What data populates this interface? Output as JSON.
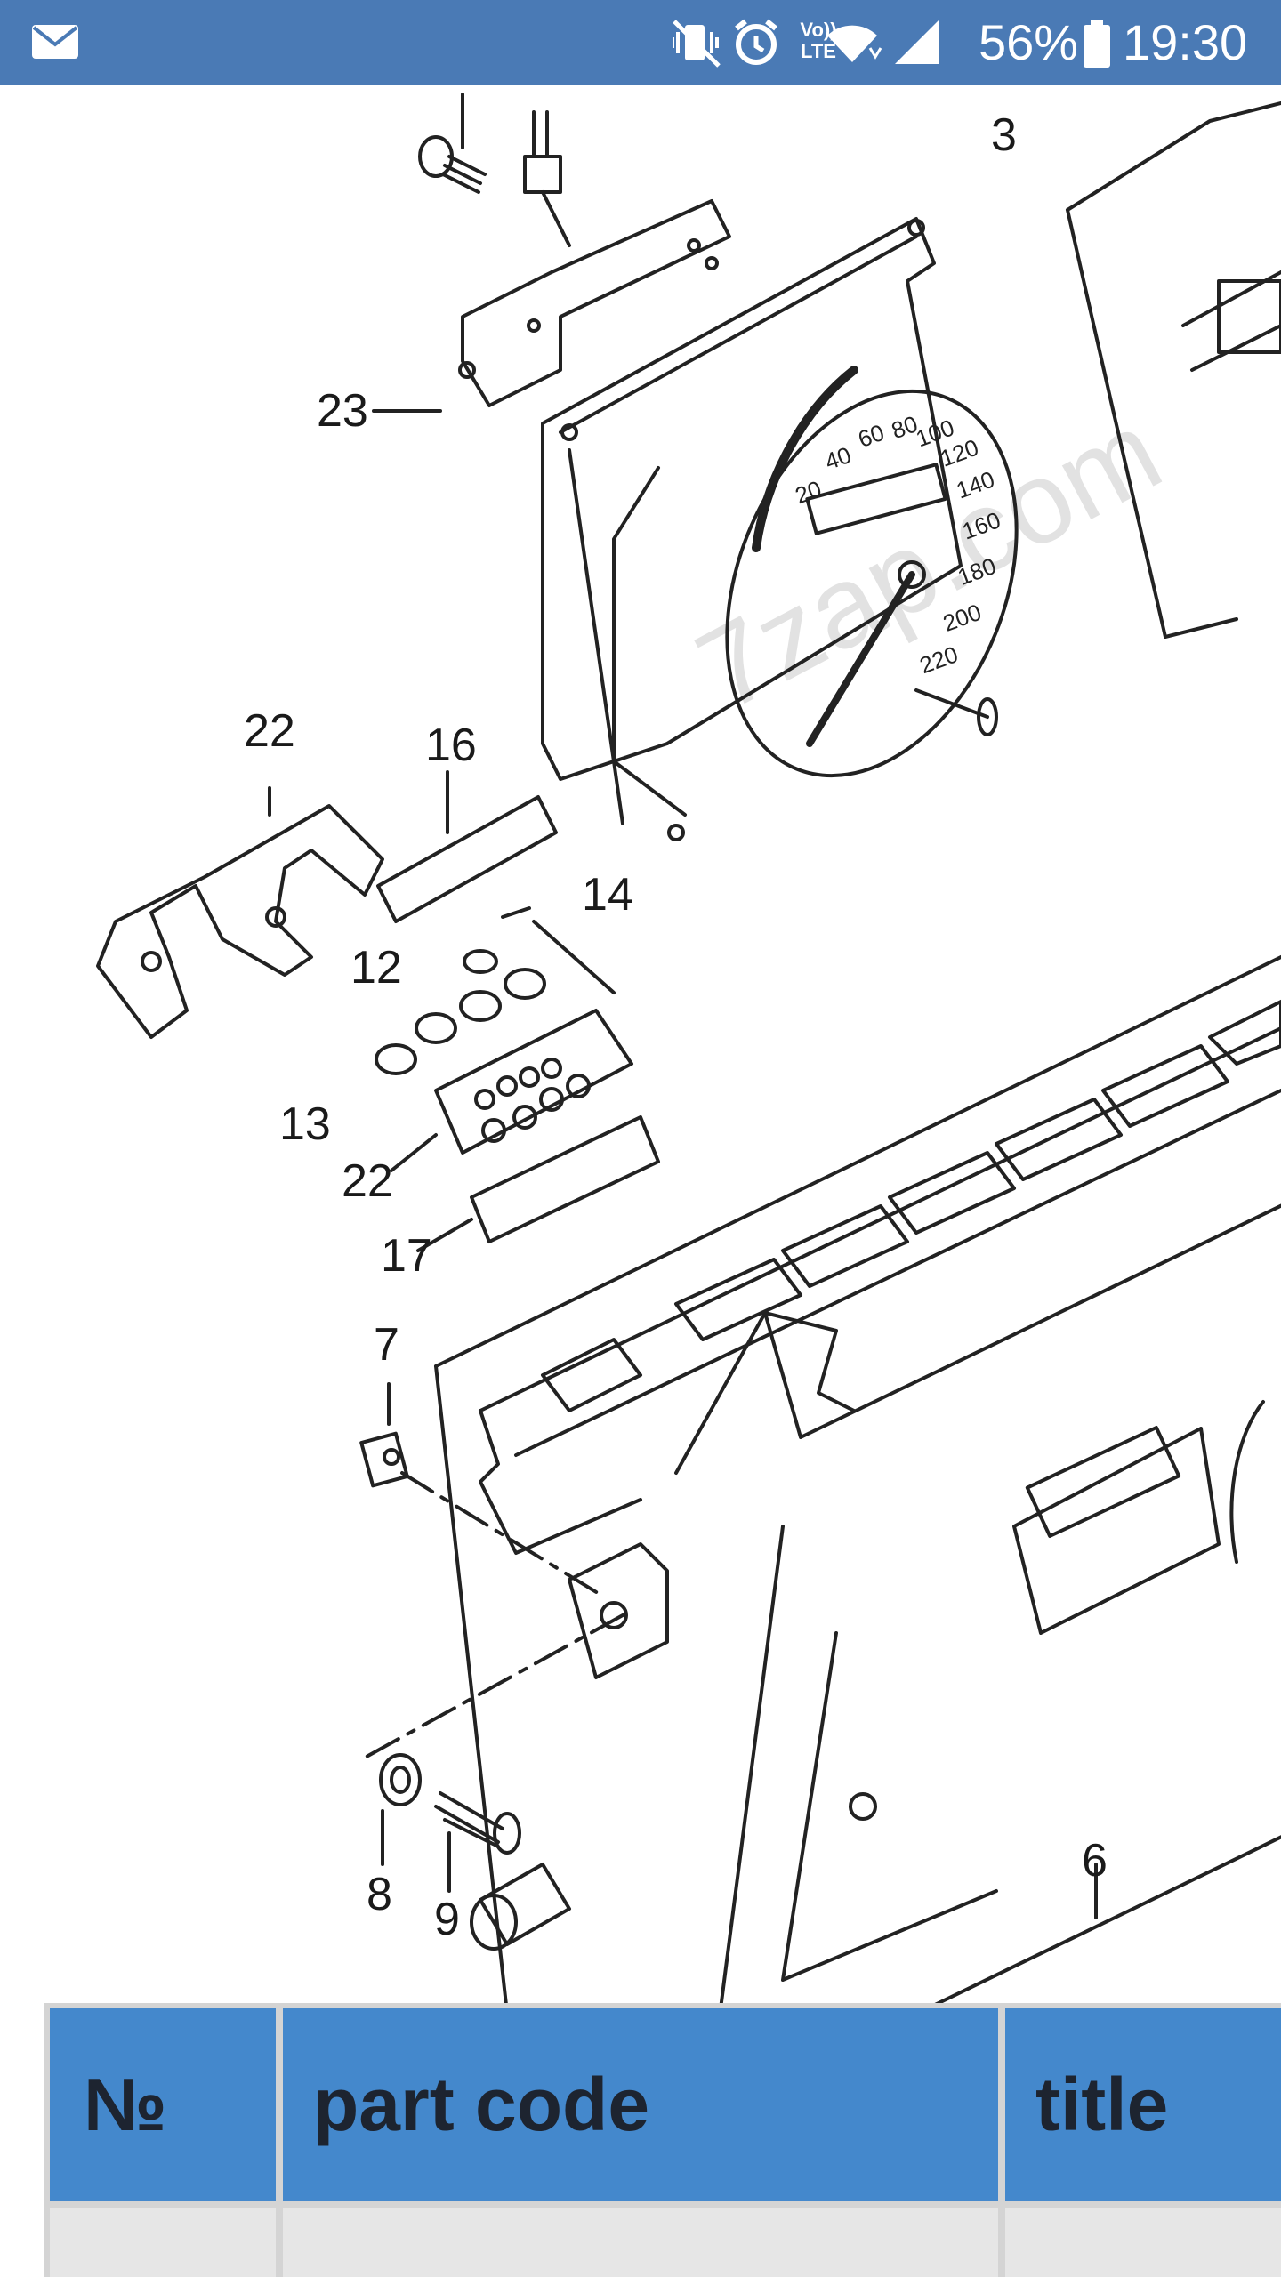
{
  "status_bar": {
    "battery_percent": "56%",
    "clock": "19:30",
    "volte_label": "Vo)) LTE",
    "icons": [
      "mail-icon",
      "vibrate-mute-icon",
      "alarm-icon",
      "volte-icon",
      "wifi-icon",
      "signal-icon",
      "battery-icon"
    ]
  },
  "diagram": {
    "watermark": "7zap.com",
    "callouts": [
      "3",
      "23",
      "22",
      "16",
      "14",
      "12",
      "13",
      "22",
      "17",
      "7",
      "8",
      "9",
      "6"
    ],
    "speedometer_labels": [
      "20",
      "40",
      "60",
      "80",
      "100",
      "120",
      "140",
      "160",
      "180",
      "200",
      "220"
    ]
  },
  "table": {
    "headers": [
      "№",
      "part code",
      "title"
    ]
  }
}
